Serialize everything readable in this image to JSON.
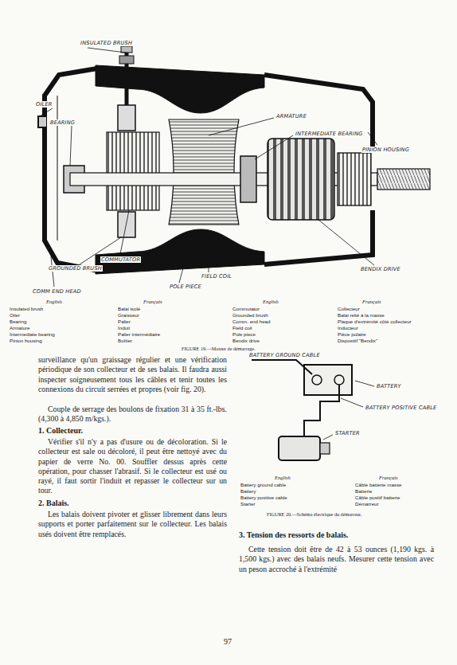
{
  "diagram": {
    "labels": [
      "INSULATED BRUSH",
      "OILER",
      "BEARING",
      "ARMATURE",
      "INTERMEDIATE BEARING",
      "PINION HOUSING",
      "BENDIX DRIVE",
      "COMMUTATOR",
      "GROUNDED BRUSH",
      "FIELD COIL",
      "POLE PIECE",
      "COMM END HEAD",
      "English",
      "Français",
      "English",
      "Français",
      "Insulated brush",
      "Oiler",
      "Bearing",
      "Armature",
      "Intermediate bearing",
      "Pinion housing",
      "Balai isolé",
      "Graisseur",
      "Palier",
      "Induit",
      "Palier intermédiaire",
      "Boîtier",
      "Commutator",
      "Grounded brush",
      "Comm. end head",
      "Field coil",
      "Pole piece",
      "Bendix drive",
      "Collecteur",
      "Balai relié à la masse",
      "Plaque d'extrémité côté collecteur",
      "Inducteur",
      "Pièce polaire",
      "Dispositif \"Bendix\"",
      "FIGURE 19.—Moteur de démarrage.",
      "surveillance qu'un graissage régulier et une vérification périodique de son collecteur et de ses balais. Il faudra aussi inspecter soigneusement tous les câbles et tenir toutes les connexions du circuit serrées et propres (voir fig. 20).",
      "Couple de serrage des boulons de fixation 31 à 35 ft.-lbs. (4,300 à 4,850 m/kgs.).",
      "1. Collecteur.",
      "Vérifier s'il n'y a pas d'usure ou de décoloration. Si le collecteur est sale ou décoloré, il peut être nettoyé avec du papier de verre No. 00. Souffler dessus après cette opération, pour chasser l'abrasif. Si le collecteur est usé ou rayé, il faut sortir l'induit et repasser le collecteur sur un tour.",
      "2. Balais.",
      "Les balais doivent pivoter et glisser librement dans leurs supports et porter parfaitement sur le collecteur. Les balais usés doivent être remplacés.",
      "BATTERY GROUND CABLE",
      "BATTERY",
      "BATTERY POSITIVE CABLE",
      "STARTER",
      "English",
      "Français",
      "Battery ground cable",
      "Battery",
      "Battery positive cable",
      "Starter",
      "Câble batterie masse",
      "Batterie",
      "Câble positif batterie",
      "Démarreur",
      "FIGURE 20.—Schéma électrique du démarreur.",
      "3. Tension des ressorts de balais.",
      "Cette tension doit être de 42 à 53 ounces (1,190 kgs. à 1,500 kgs.) avec des balais neufs. Mesurer cette tension avec un peson accroché à l'extrémité",
      "97"
    ]
  }
}
